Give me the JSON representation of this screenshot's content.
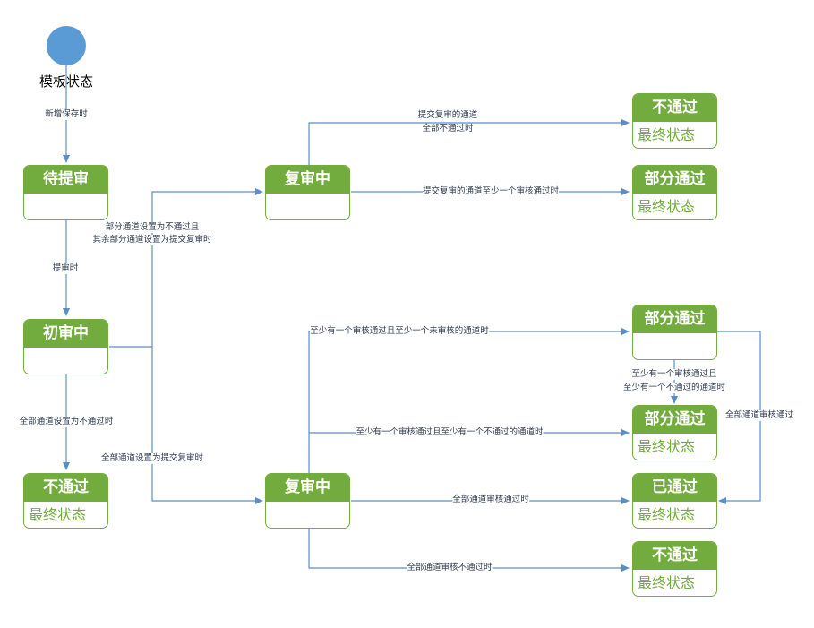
{
  "colors": {
    "state_green": "#72ab3e",
    "edge_blue": "#5b8ec7",
    "start_blue": "#5b9bd5"
  },
  "start": {
    "label": "模板状态"
  },
  "states": {
    "pending": {
      "title": "待提审",
      "sub": ""
    },
    "first_review": {
      "title": "初审中",
      "sub": ""
    },
    "rejected_left": {
      "title": "不通过",
      "sub": "最终状态"
    },
    "review_top": {
      "title": "复审中",
      "sub": ""
    },
    "review_bottom": {
      "title": "复审中",
      "sub": ""
    },
    "rejected_top": {
      "title": "不通过",
      "sub": "最终状态"
    },
    "partial_top": {
      "title": "部分通过",
      "sub": "最终状态"
    },
    "partial_mid": {
      "title": "部分通过",
      "sub": ""
    },
    "partial_mid_final": {
      "title": "部分通过",
      "sub": "最终状态"
    },
    "passed": {
      "title": "已通过",
      "sub": "最终状态"
    },
    "rejected_bottom": {
      "title": "不通过",
      "sub": "最终状态"
    }
  },
  "edges": {
    "start_to_pending": "新增保存时",
    "pending_to_first": "提审时",
    "first_to_review_top_1": "部分通道设置为不通过且",
    "first_to_review_top_2": "其余部分通道设置为提交复审时",
    "first_to_rejected": "全部通道设置为不通过时",
    "first_to_review_bottom": "全部通道设置为提交复审时",
    "review_top_to_rejected_1": "提交复审的通道",
    "review_top_to_rejected_2": "全部不通过时",
    "review_top_to_partial": "提交复审的通道至少一个审核通过时",
    "review_bottom_to_partial_mid": "至少有一个审核通过且至少一个未审核的通道时",
    "partial_mid_to_final_1": "至少有一个审核通过且",
    "partial_mid_to_final_2": "至少有一个不通过的通道时",
    "review_bottom_to_partial_final": "至少有一个审核通过且至少有一个不通过的通道时",
    "partial_mid_to_passed": "全部通道审核通过",
    "review_bottom_to_passed": "全部通道审核通过时",
    "review_bottom_to_rejected": "全部通道审核不通过时"
  }
}
